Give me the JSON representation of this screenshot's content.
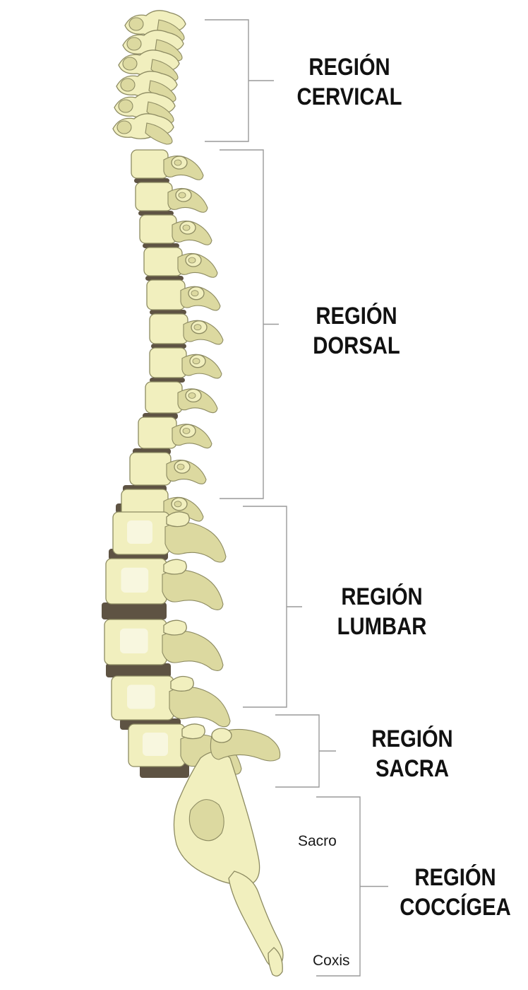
{
  "colors": {
    "bone_fill": "#f1efbe",
    "bone_shade": "#dcd9a0",
    "bone_outline": "#8d8b62",
    "disc": "#5e5343",
    "bracket": "#9a9a9a",
    "text": "#111111"
  },
  "regions": [
    {
      "id": "cervical",
      "line1": "REGIÓN",
      "line2": "CERVICAL"
    },
    {
      "id": "dorsal",
      "line1": "REGIÓN",
      "line2": "DORSAL"
    },
    {
      "id": "lumbar",
      "line1": "REGIÓN",
      "line2": "LUMBAR"
    },
    {
      "id": "sacra",
      "line1": "REGIÓN",
      "line2": "SACRA"
    },
    {
      "id": "coccigea",
      "line1": "REGIÓN",
      "line2": "COCCÍGEA"
    }
  ],
  "part_labels": {
    "sacro": "Sacro",
    "coxis": "Coxis"
  }
}
